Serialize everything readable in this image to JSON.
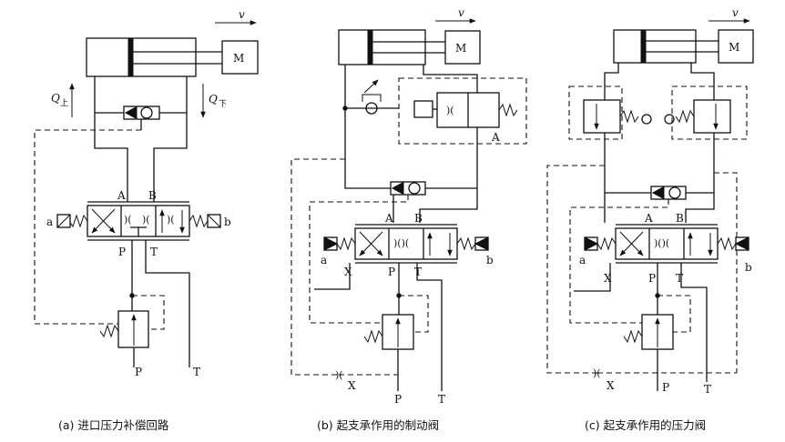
{
  "captions": {
    "a": "(a) 进口压力补偿回路",
    "b": "(b) 起支承作用的制动阀",
    "c": "(c) 起支承作用的压力阀"
  },
  "labels": {
    "v": "v",
    "M": "M",
    "q_up_main": "Q",
    "q_up_sub": "上",
    "q_down_main": "Q",
    "q_down_sub": "下",
    "A": "A",
    "B": "B",
    "P": "P",
    "T": "T",
    "X": "X",
    "a": "a",
    "b": "b"
  }
}
